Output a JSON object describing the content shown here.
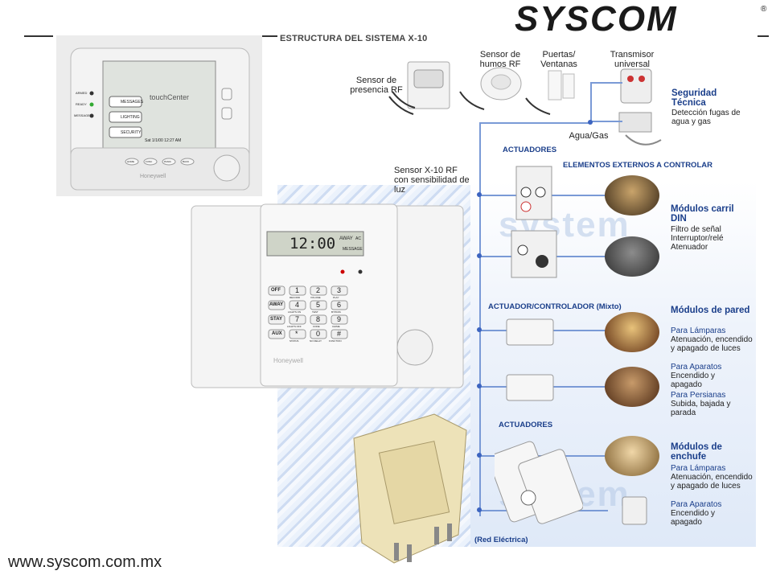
{
  "brand": {
    "logo_text": "SYSCOM",
    "registered_mark": "®"
  },
  "diagram": {
    "title": "ESTRUCTURA DEL SISTEMA X-10",
    "watermark": "system",
    "labels": {
      "sensor_presencia": "Sensor de presencia RF",
      "sensor_humos": "Sensor de humos RF",
      "puertas": "Puertas/ Ventanas",
      "transmisor": "Transmisor universal",
      "agua_gas": "Agua/Gas",
      "sensor_x10": "Sensor X-10 RF con sensibilidad de luz",
      "red_electrica": "(Red Eléctrica)"
    },
    "sections": {
      "actuadores_1": "ACTUADORES",
      "elementos_externos": "ELEMENTOS EXTERNOS A CONTROLAR",
      "actuador_controlador": "ACTUADOR/CONTROLADOR (Mixto)",
      "actuadores_2": "ACTUADORES"
    },
    "seguridad": {
      "title": "Seguridad Técnica",
      "desc": "Detección fugas de agua y gas"
    },
    "din": {
      "title": "Módulos carril DIN",
      "items": [
        "Filtro de señal",
        "Interruptor/relé",
        "Atenuador"
      ]
    },
    "pared": {
      "title": "Módulos de pared",
      "groups": [
        {
          "head": "Para Lámparas",
          "desc": "Atenuación, encendido y apagado de luces"
        },
        {
          "head": "Para Aparatos",
          "desc": "Encendido y apagado"
        },
        {
          "head": "Para Persianas",
          "desc": "Subida, bajada y parada"
        }
      ]
    },
    "enchufe": {
      "title": "Módulos de enchufe",
      "groups": [
        {
          "head": "Para Lámparas",
          "desc": "Atenuación, encendido y apagado de luces"
        },
        {
          "head": "Para Aparatos",
          "desc": "Encendido y apagado"
        }
      ]
    }
  },
  "touch_center": {
    "brand": "touchCenter",
    "status": [
      "ARMED",
      "READY",
      "MESSAGE"
    ],
    "menu": [
      "MESSAGES",
      "LIGHTING",
      "SECURITY"
    ],
    "datetime": "Sat 1/1/00 12:27 AM",
    "buttons": [
      "HOME",
      "FUNC",
      "PANIC",
      "BACK"
    ],
    "maker": "Honeywell"
  },
  "keypad": {
    "display_time": "12:00",
    "display_mode": "AWAY",
    "display_ac": "AC",
    "display_msg": "MESSAGE",
    "side_keys": [
      "OFF",
      "AWAY",
      "STAY",
      "AUX"
    ],
    "keys": [
      "1",
      "2",
      "3",
      "4",
      "5",
      "6",
      "7",
      "8",
      "9",
      "*",
      "0",
      "#"
    ],
    "key_subs": [
      "RECORD",
      "VOLUME",
      "PLAY",
      "LIGHTS ON",
      "TEST",
      "BYPASS",
      "LIGHTS OFF",
      "CODE",
      "CHIME",
      "STATUS",
      "NO DELAY",
      "FUNCTION"
    ],
    "maker": "Honeywell"
  },
  "footer": {
    "url": "www.syscom.com.mx"
  },
  "colors": {
    "accent": "#1a3e8a",
    "bus_line": "#7a9ad6",
    "logo": "#1a1a1a"
  }
}
